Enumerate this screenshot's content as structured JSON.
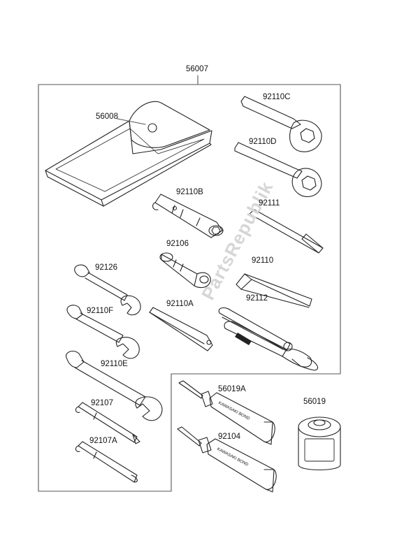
{
  "title_part": "56007",
  "watermark": "PartsRepublik",
  "parts": {
    "p56008": "56008",
    "p92110C": "92110C",
    "p92110D": "92110D",
    "p92110B": "92110B",
    "p92111": "92111",
    "p92106": "92106",
    "p92110": "92110",
    "p92126": "92126",
    "p92112": "92112",
    "p92110A": "92110A",
    "p92110F": "92110F",
    "p92110E": "92110E",
    "p92107": "92107",
    "p92107A": "92107A",
    "p56019A": "56019A",
    "p92104": "92104",
    "p56019": "56019"
  },
  "tube_label": "KAWASAKI BOND",
  "colors": {
    "line": "#222222",
    "frame": "#555555",
    "watermark": "#d6d6d6"
  }
}
